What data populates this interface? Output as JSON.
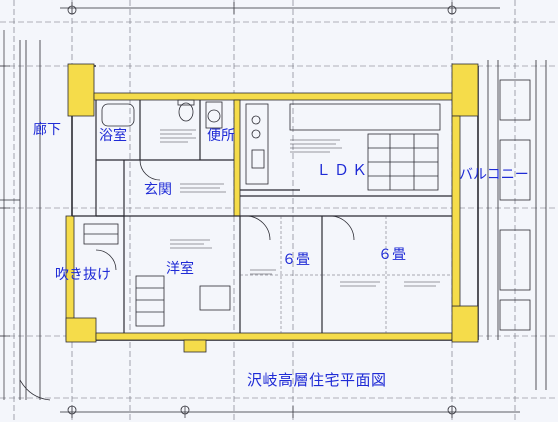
{
  "rooms": {
    "corridor": "廊下",
    "bath": "浴室",
    "wash": "便所",
    "ldk": "ＬＤＫ",
    "entrance": "玄関",
    "balcony": "バルコニー",
    "void": "吹き抜け",
    "western": "洋室",
    "tatami_a": "６畳",
    "tatami_b": "６畳"
  },
  "title": "沢岐高層住宅平面図",
  "colors": {
    "label": "#1f2bd6",
    "wall_fill": "#f5dc4a",
    "line": "#2b2b33",
    "paper": "#f4f6fb"
  }
}
